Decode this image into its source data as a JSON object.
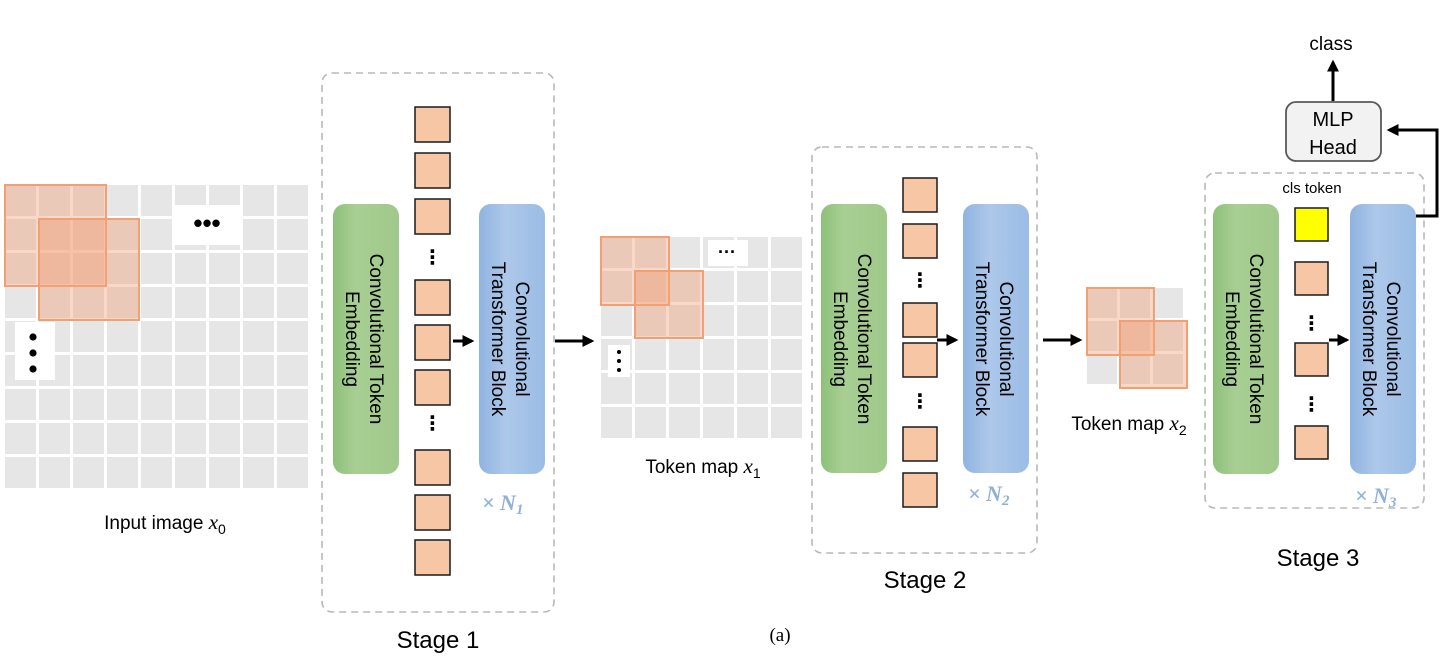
{
  "input_image": {
    "label": "Input image ",
    "var": "x",
    "sub": "0",
    "dots": "•••"
  },
  "stage1": {
    "title": "Stage 1",
    "embedding": [
      "Convolutional Token",
      "Embedding"
    ],
    "block": [
      "Convolutional",
      "Transformer Block"
    ],
    "mult": "× N",
    "mult_sub": "1"
  },
  "token_map1": {
    "label": "Token map ",
    "var": "x",
    "sub": "1",
    "dots": "···"
  },
  "stage2": {
    "title": "Stage 2",
    "embedding": [
      "Convolutional Token",
      "Embedding"
    ],
    "block": [
      "Convolutional",
      "Transformer Block"
    ],
    "mult": "× N",
    "mult_sub": "2"
  },
  "token_map2": {
    "label": "Token map ",
    "var": "x",
    "sub": "2"
  },
  "stage3": {
    "title": "Stage 3",
    "embedding": [
      "Convolutional Token",
      "Embedding"
    ],
    "block": [
      "Convolutional",
      "Transformer Block"
    ],
    "mult": "× N",
    "mult_sub": "3",
    "cls_token": "cls token"
  },
  "mlp_head": [
    "MLP",
    "Head"
  ],
  "output": "class",
  "caption": "(a)",
  "token_dots": "⋮",
  "colors": {
    "token": "#f7c6a5",
    "cls": "#ffff00",
    "embedding": "#a4cc8e",
    "block": "#a9c5e8",
    "overlay": "#f3a37a",
    "grid": "#e6e6e6"
  }
}
